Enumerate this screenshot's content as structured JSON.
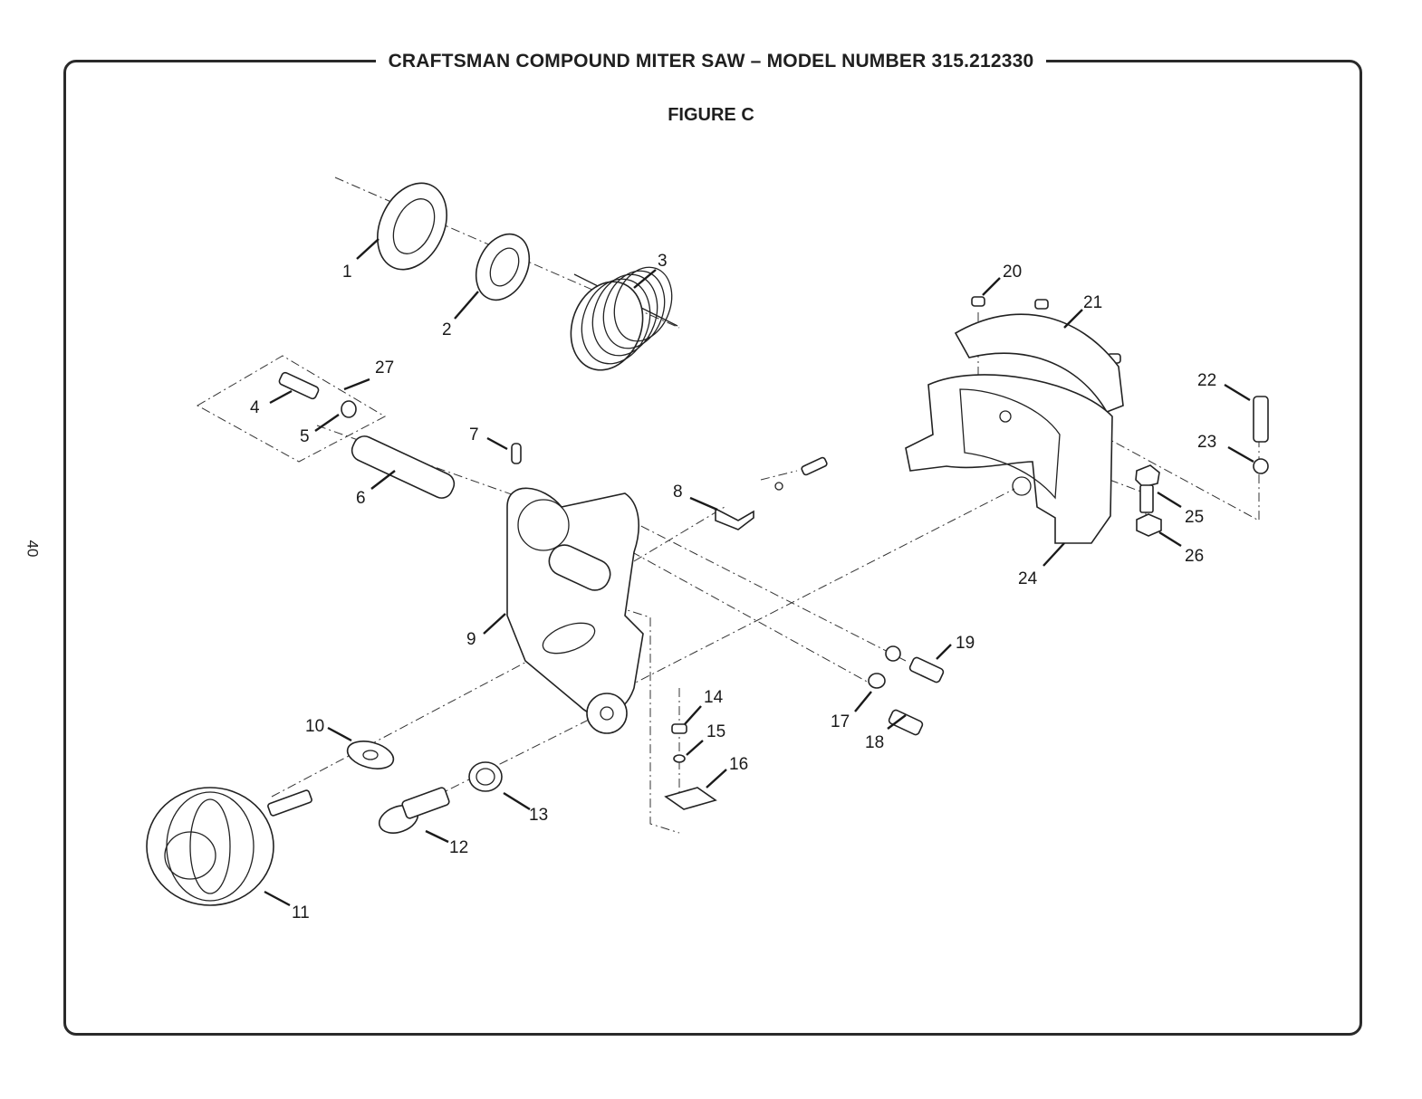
{
  "header": {
    "title": "CRAFTSMAN COMPOUND MITER SAW – MODEL NUMBER 315.212330",
    "figure": "FIGURE C"
  },
  "page": {
    "number": "40"
  },
  "callouts": [
    {
      "id": "1",
      "text": "1"
    },
    {
      "id": "2",
      "text": "2"
    },
    {
      "id": "3",
      "text": "3"
    },
    {
      "id": "4",
      "text": "4"
    },
    {
      "id": "5",
      "text": "5"
    },
    {
      "id": "6",
      "text": "6"
    },
    {
      "id": "7",
      "text": "7"
    },
    {
      "id": "8",
      "text": "8"
    },
    {
      "id": "9",
      "text": "9"
    },
    {
      "id": "10",
      "text": "10"
    },
    {
      "id": "11",
      "text": "11"
    },
    {
      "id": "12",
      "text": "12"
    },
    {
      "id": "13",
      "text": "13"
    },
    {
      "id": "14",
      "text": "14"
    },
    {
      "id": "15",
      "text": "15"
    },
    {
      "id": "16",
      "text": "16"
    },
    {
      "id": "17",
      "text": "17"
    },
    {
      "id": "18",
      "text": "18"
    },
    {
      "id": "19",
      "text": "19"
    },
    {
      "id": "20",
      "text": "20"
    },
    {
      "id": "21",
      "text": "21"
    },
    {
      "id": "22",
      "text": "22"
    },
    {
      "id": "23",
      "text": "23"
    },
    {
      "id": "24",
      "text": "24"
    },
    {
      "id": "25",
      "text": "25"
    },
    {
      "id": "26",
      "text": "26"
    },
    {
      "id": "27",
      "text": "27"
    }
  ]
}
